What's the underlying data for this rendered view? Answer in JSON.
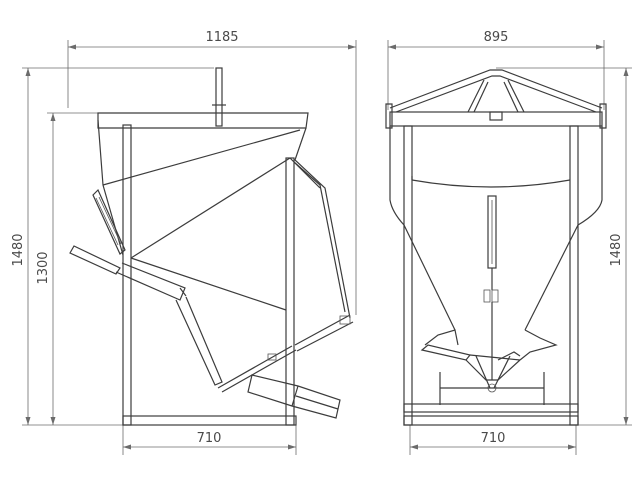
{
  "dimensions": {
    "left_overall_width": "1185",
    "left_frame_width": "710",
    "left_overall_height": "1480",
    "left_frame_height": "1300",
    "right_overall_width": "895",
    "right_frame_width": "710",
    "right_overall_height": "1480"
  },
  "colors": {
    "line": "#3c3c3c",
    "dim": "#6b6b6b",
    "background": "#ffffff"
  }
}
